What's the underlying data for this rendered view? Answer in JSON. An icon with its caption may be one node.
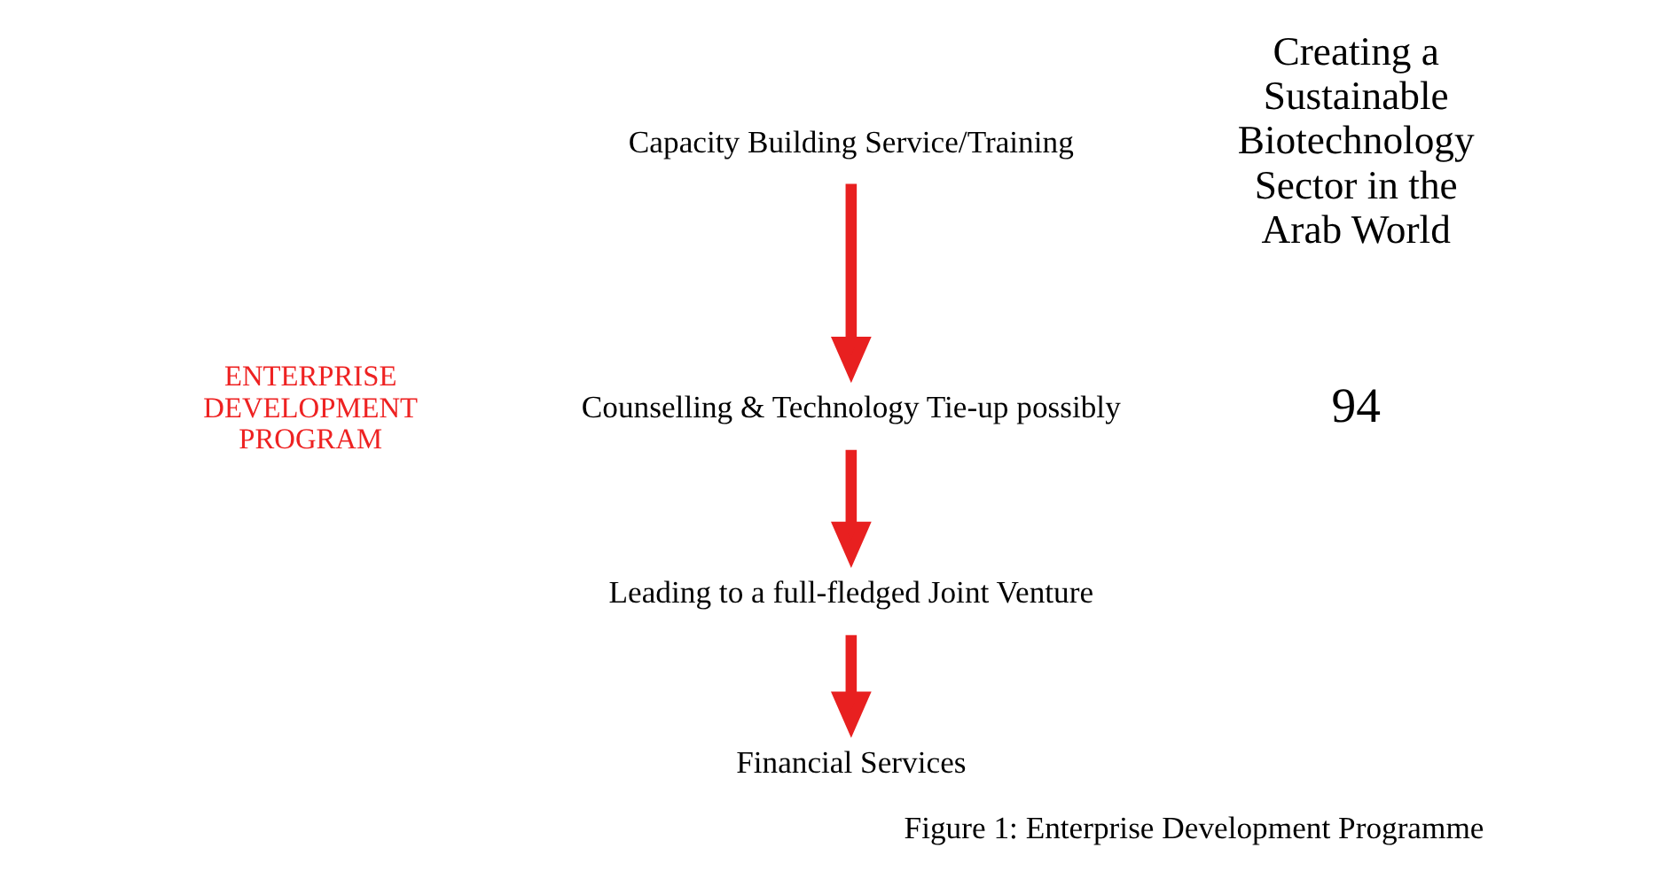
{
  "diagram": {
    "caption": "Figure 1: Enterprise Development Programme",
    "nodes": [
      {
        "text": [
          "Capacity Building Service/Training"
        ]
      },
      {
        "text": [
          "Counselling & Technology Tie-up possibly"
        ]
      },
      {
        "text": [
          "Leading to a full-fledged Joint Venture"
        ]
      },
      {
        "text": [
          "Financial Services"
        ]
      }
    ],
    "edges": [
      {
        "from": 0,
        "to": 1,
        "arrow": "to",
        "color": "#e82020"
      },
      {
        "from": 1,
        "to": 2,
        "arrow": "to",
        "color": "#e82020"
      },
      {
        "from": 2,
        "to": 3,
        "arrow": "to",
        "color": "#e82020"
      }
    ],
    "labels": [
      "ENTERPRISE DEVELOPMENT PROGRAM",
      "Creating a Sustainable Biotechnology Sector in the Arab World",
      "94"
    ]
  }
}
